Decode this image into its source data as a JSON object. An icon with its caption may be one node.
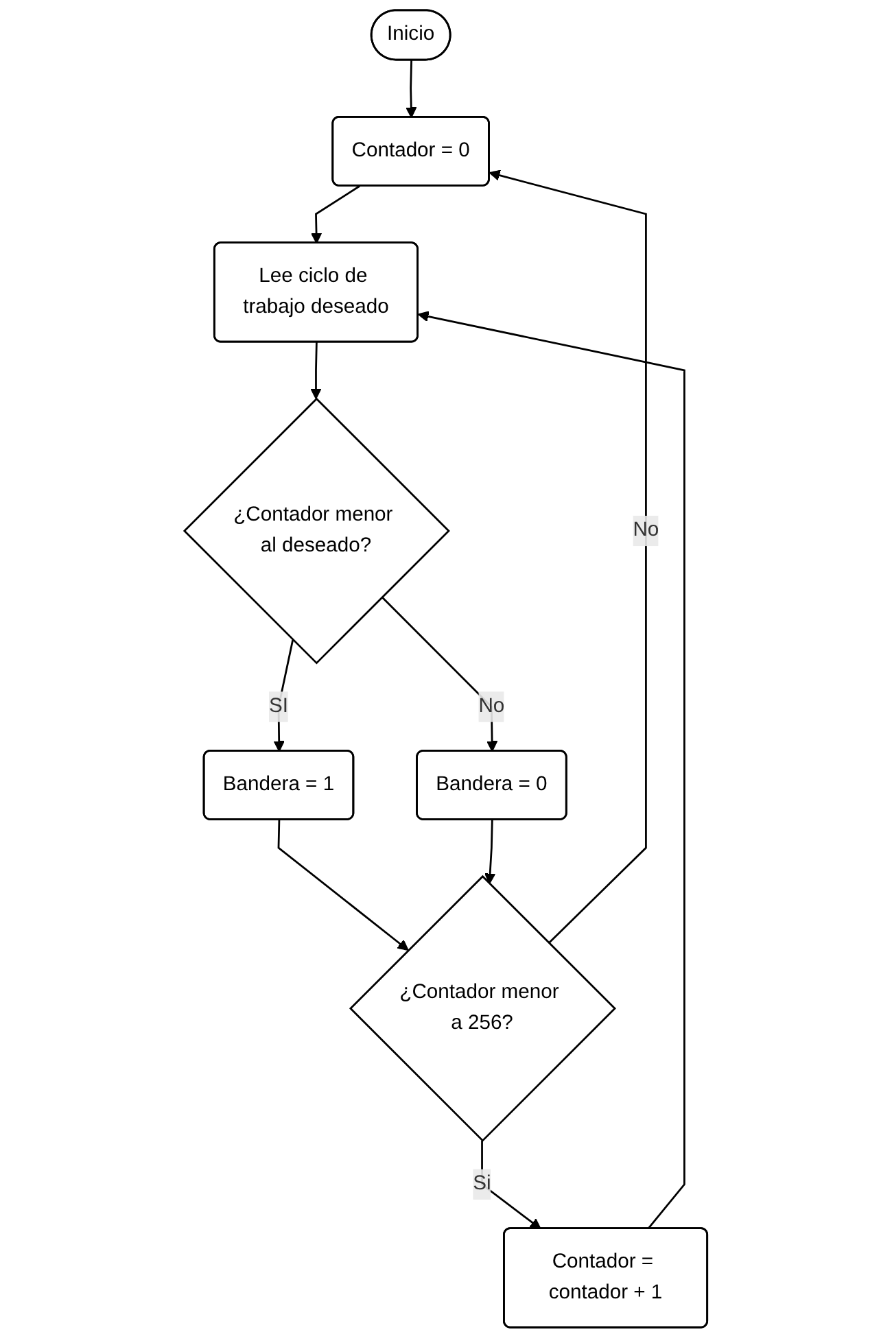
{
  "diagram": {
    "nodes": [
      {
        "text": [
          "Inicio"
        ]
      },
      {
        "text": [
          "Contador = 0"
        ]
      },
      {
        "text": [
          "Lee ciclo de trabajo deseado"
        ]
      },
      {
        "text": [
          "¿Contador menor al deseado?"
        ]
      },
      {
        "text": [
          "Bandera = 0"
        ]
      },
      {
        "text": [
          "Bandera = 1"
        ]
      },
      {
        "text": [
          "¿Contador menor a 256?"
        ]
      },
      {
        "text": [
          "Contador = contador + 1"
        ]
      }
    ],
    "edges": [
      {
        "from": 0,
        "to": 1,
        "arrow": "to"
      },
      {
        "from": 1,
        "to": 2,
        "arrow": "to"
      },
      {
        "from": 2,
        "to": 3,
        "arrow": "to"
      },
      {
        "from": 3,
        "to": 4,
        "arrow": "to",
        "label": "No"
      },
      {
        "from": 3,
        "to": 5,
        "arrow": "to",
        "label": "SI"
      },
      {
        "from": 5,
        "to": 6,
        "arrow": "to"
      },
      {
        "from": 4,
        "to": 6,
        "arrow": "to"
      },
      {
        "from": 6,
        "to": 1,
        "arrow": "to",
        "label": "No"
      },
      {
        "from": 6,
        "to": 7,
        "arrow": "to",
        "label": "Si"
      },
      {
        "from": 7,
        "to": 2,
        "arrow": "to"
      }
    ]
  }
}
